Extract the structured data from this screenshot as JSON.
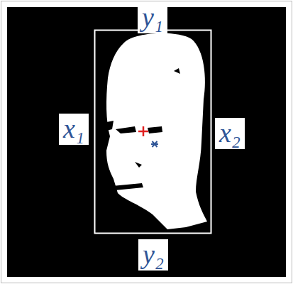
{
  "diagram": {
    "nodes": [
      {
        "text": [
          "y₁"
        ]
      },
      {
        "text": [
          "x₁"
        ]
      },
      {
        "text": [
          "x₂"
        ]
      },
      {
        "text": [
          "y₂"
        ]
      }
    ]
  }
}
